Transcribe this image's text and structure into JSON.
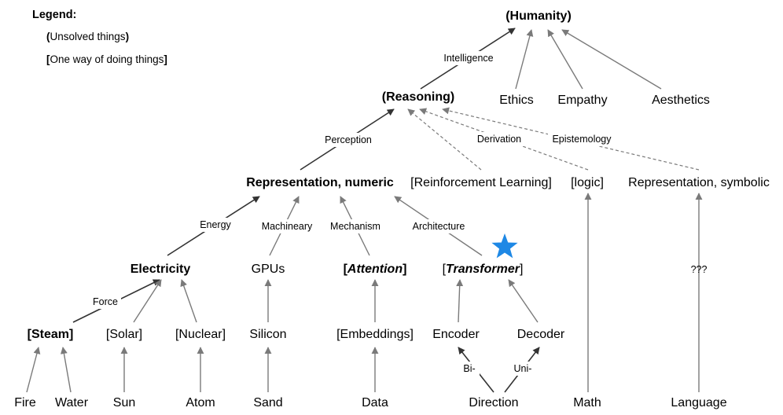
{
  "legend": {
    "title": "Legend:",
    "items": [
      {
        "open": "(",
        "text": "Unsolved things",
        "close": ")"
      },
      {
        "open": "[",
        "text": "One way of doing things",
        "close": "]"
      }
    ]
  },
  "nodes": {
    "humanity": "(Humanity)",
    "reasoning": "(Reasoning)",
    "ethics": "Ethics",
    "empathy": "Empathy",
    "aesthetics": "Aesthetics",
    "rep_numeric": "Representation, numeric",
    "rl": "[Reinforcement Learning]",
    "logic": "[logic]",
    "rep_symbolic": "Representation, symbolic",
    "electricity": "Electricity",
    "gpus": "GPUs",
    "attention": {
      "open": "[",
      "text": "Attention",
      "close": "]"
    },
    "transformer": {
      "open": "[",
      "text": "Transformer",
      "close": "]"
    },
    "unknown": "???",
    "steam": "[Steam]",
    "solar": "[Solar]",
    "nuclear": "[Nuclear]",
    "silicon": "Silicon",
    "embeddings": "[Embeddings]",
    "encoder": "Encoder",
    "decoder": "Decoder",
    "fire": "Fire",
    "water": "Water",
    "sun": "Sun",
    "atom": "Atom",
    "sand": "Sand",
    "data": "Data",
    "direction": "Direction",
    "math": "Math",
    "language": "Language"
  },
  "edge_labels": {
    "intelligence": "Intelligence",
    "perception": "Perception",
    "derivation": "Derivation",
    "epistemology": "Epistemology",
    "energy": "Energy",
    "machinery": "Machineary",
    "mechanism": "Mechanism",
    "architecture": "Architecture",
    "force": "Force",
    "bi": "Bi-",
    "uni": "Uni-"
  },
  "colors": {
    "edge_dark": "#333333",
    "edge_gray": "#7a7a7a",
    "star": "#1e88e5"
  },
  "icons": {
    "star": "star-icon"
  }
}
